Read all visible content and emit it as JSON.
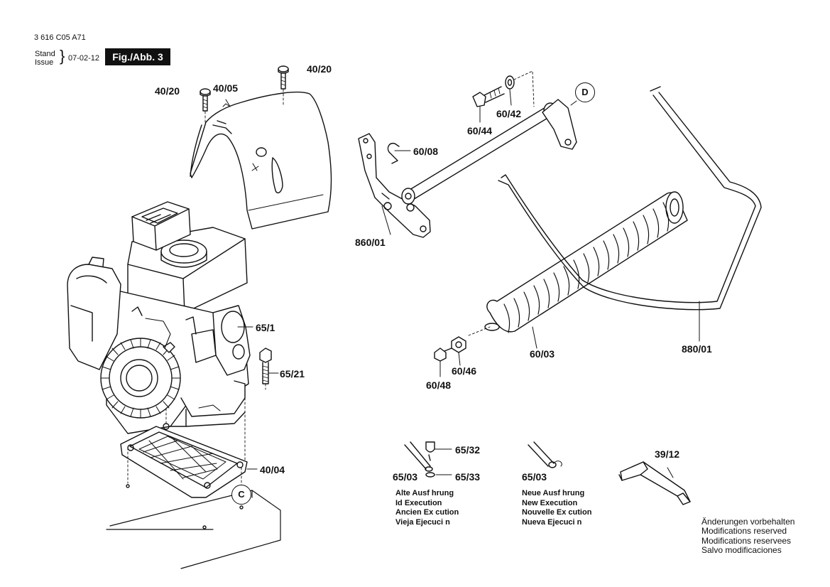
{
  "header": {
    "doc_number": "3 616 C05 A71",
    "stand_label": "Stand",
    "issue_label": "Issue",
    "brace": "}",
    "date": "07-02-12",
    "figure": "Fig./Abb. 3"
  },
  "callouts": {
    "c": "C",
    "d": "D"
  },
  "parts": {
    "p40_20a": "40/20",
    "p40_20b": "40/20",
    "p40_05": "40/05",
    "p65_1": "65/1",
    "p65_21": "65/21",
    "p40_04": "40/04",
    "p60_44": "60/44",
    "p60_42": "60/42",
    "p60_08": "60/08",
    "p860_01": "860/01",
    "p60_03": "60/03",
    "p60_46": "60/46",
    "p60_48": "60/48",
    "p880_01": "880/01",
    "p65_32": "65/32",
    "p65_03a": "65/03",
    "p65_33": "65/33",
    "p65_03b": "65/03",
    "p39_12": "39/12"
  },
  "old_execution": [
    "Alte Ausf hrung",
    " Id Execution",
    "Ancien Ex cution",
    "Vieja Ejecuci n"
  ],
  "new_execution": [
    "Neue Ausf hrung",
    "New Execution",
    "Nouvelle Ex cution",
    "Nueva Ejecuci n"
  ],
  "footer": [
    "Änderungen vorbehalten",
    "Modifications reserved",
    "Modifications reservees",
    "Salvo modificaciones"
  ]
}
